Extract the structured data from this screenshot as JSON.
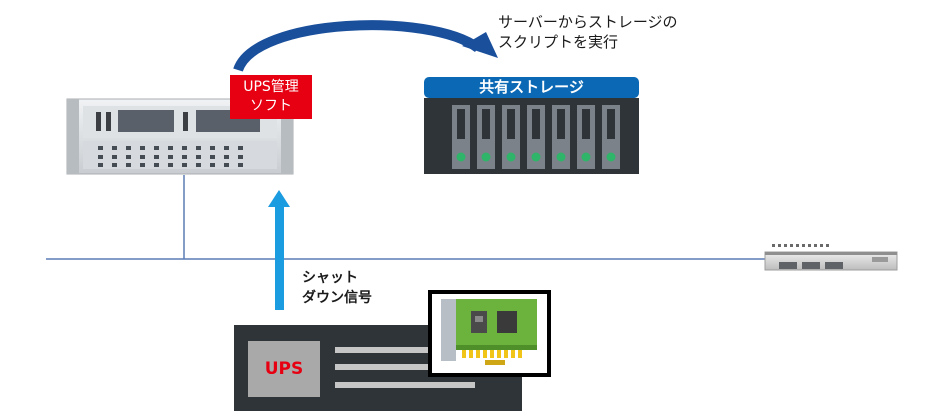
{
  "annotations": {
    "script_label": "サーバーからストレージの\nスクリプトを実行",
    "shutdown_label": "シャット\nダウン信号"
  },
  "ups_software": {
    "label": "UPS管理\nソフト"
  },
  "shared_storage": {
    "title": "共有ストレージ"
  },
  "ups_device": {
    "label": "UPS"
  },
  "colors": {
    "arrow_dark": "#1a4f9c",
    "arrow_light": "#1b9be0",
    "network_line": "#5a7bb5",
    "ups_red": "#e60012",
    "storage_blue": "#0a68b4",
    "nic_green": "#6cb33e"
  }
}
